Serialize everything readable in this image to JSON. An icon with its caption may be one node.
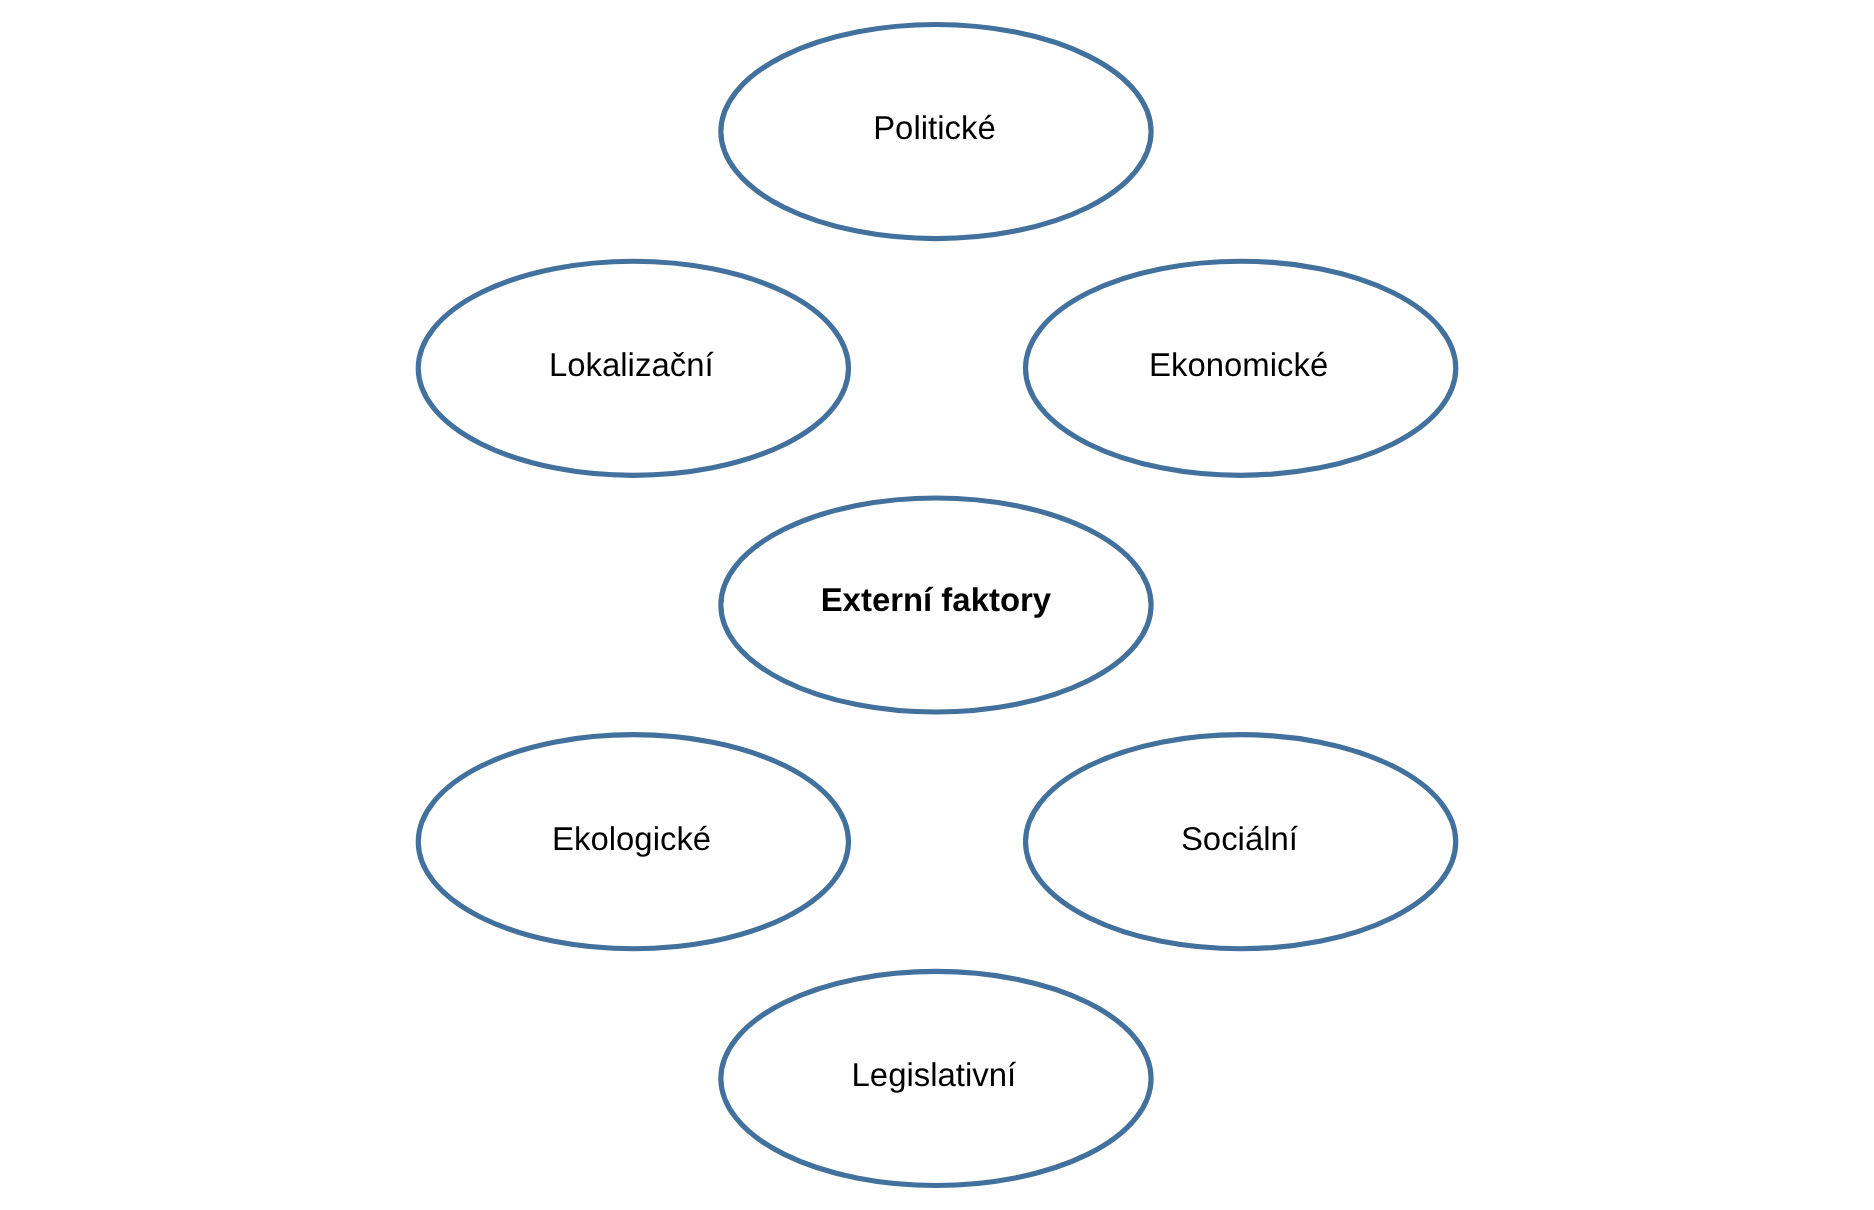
{
  "diagram": {
    "nodes": [
      {
        "text": [
          "Politické"
        ]
      },
      {
        "text": [
          "Lokalizační"
        ]
      },
      {
        "text": [
          "Ekonomické"
        ]
      },
      {
        "text": [
          "Externí faktory"
        ]
      },
      {
        "text": [
          "Ekologické"
        ]
      },
      {
        "text": [
          "Sociální"
        ]
      },
      {
        "text": [
          "Legislativní"
        ]
      }
    ]
  }
}
